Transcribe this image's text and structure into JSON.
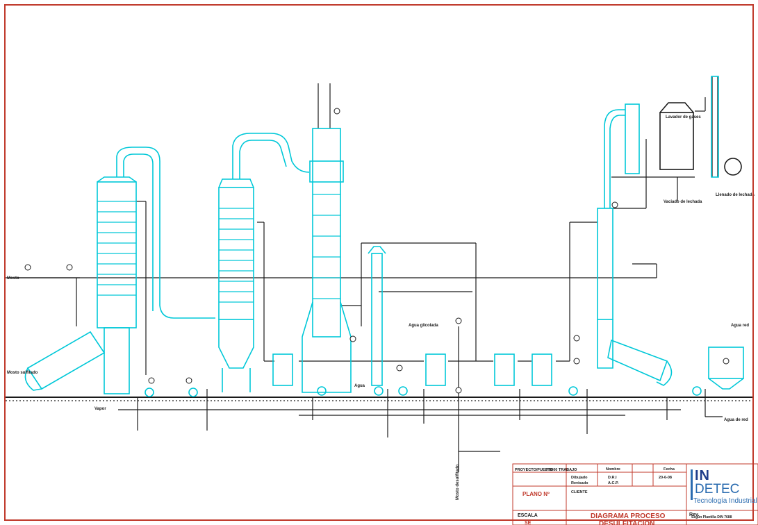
{
  "title_block": {
    "proyecto_label": "PROYECTO/PUESTO",
    "proyecto_value": "P 0000 TRABAJO",
    "nombre_header": "Nombre",
    "fecha_header": "Fecha",
    "dibujado_label": "Dibujado",
    "dibujado_name": "D.R.I",
    "dibujado_date": "20-6-08",
    "revisado_label": "Revisado",
    "revisado_name": "A.C.P.",
    "plano_label": "PLANO Nº",
    "cliente_label": "CLIENTE",
    "escala_label": "ESCALA",
    "escala_value": "SE",
    "diagram_title_1": "DIAGRAMA PROCESO",
    "diagram_title_2": "DESULFITACIÓN",
    "rev_label": "Rev.",
    "norma_text": "Según Plantilla DIN 7688"
  },
  "logo": {
    "line1": "IN",
    "line2": "DETEC",
    "line3": "Tecnología Industrial"
  },
  "labels": {
    "lavador_gases": "Lavador de gases",
    "vaciado_lechada": "Vaciado de lechada",
    "llenado_lechada": "Llenado de lechada",
    "agua_glicolada": "Agua glicolada",
    "agua_red": "Agua red",
    "agua_1": "Agua",
    "vapor": "Vapor",
    "mosto": "Mosto",
    "entrada_sulfitado": "Mosto sulfitado",
    "salida_desulfitado": "Mosto desulfitado",
    "agua_de_red_2": "Agua de red"
  },
  "colors": {
    "equipment": "#00c8d8",
    "piping": "#1a1a1a",
    "frame": "#c0392b",
    "brand": "#2b6cb0"
  }
}
